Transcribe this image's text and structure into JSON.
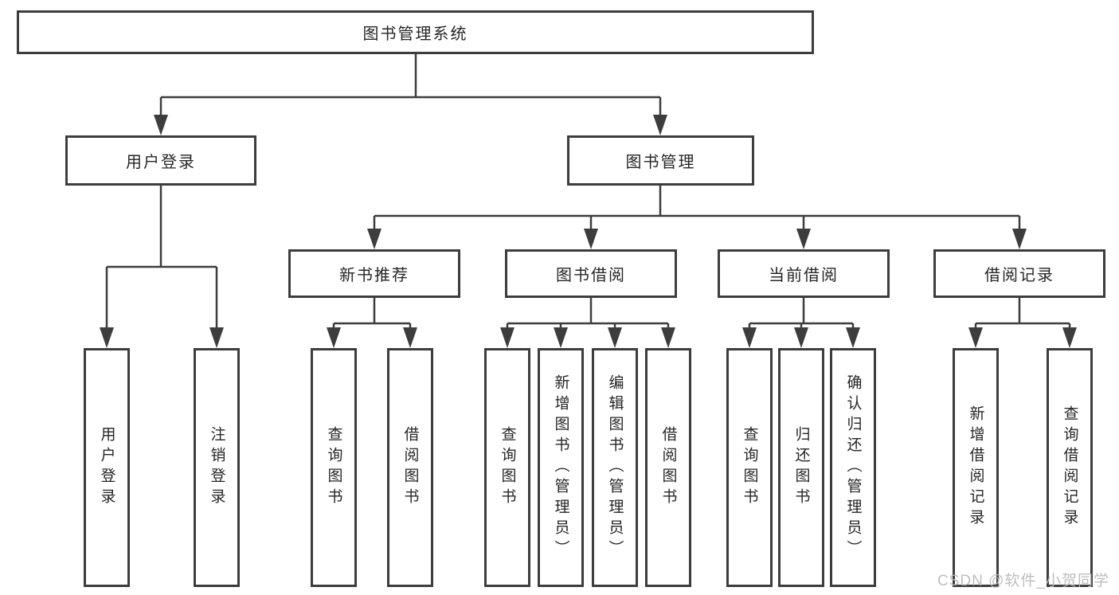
{
  "diagram": {
    "root": {
      "label": "图书管理系统"
    },
    "branches": [
      {
        "label": "用户登录",
        "children": [
          {
            "label": "用户登录"
          },
          {
            "label": "注销登录"
          }
        ]
      },
      {
        "label": "图书管理",
        "children": [
          {
            "label": "新书推荐",
            "children": [
              {
                "label": "查询图书"
              },
              {
                "label": "借阅图书"
              }
            ]
          },
          {
            "label": "图书借阅",
            "children": [
              {
                "label": "查询图书"
              },
              {
                "label": "新增图书（管理员）"
              },
              {
                "label": "编辑图书（管理员）"
              },
              {
                "label": "借阅图书"
              }
            ]
          },
          {
            "label": "当前借阅",
            "children": [
              {
                "label": "查询图书"
              },
              {
                "label": "归还图书"
              },
              {
                "label": "确认归还（管理员）"
              }
            ]
          },
          {
            "label": "借阅记录",
            "children": [
              {
                "label": "新增借阅记录"
              },
              {
                "label": "查询借阅记录"
              }
            ]
          }
        ]
      }
    ]
  },
  "watermark": {
    "text": "CSDN @软件_小贺同学"
  },
  "colors": {
    "line": "#3d3d3d",
    "text": "#262626",
    "box_background": "#ffffff",
    "watermark": "#b9b9b9"
  }
}
